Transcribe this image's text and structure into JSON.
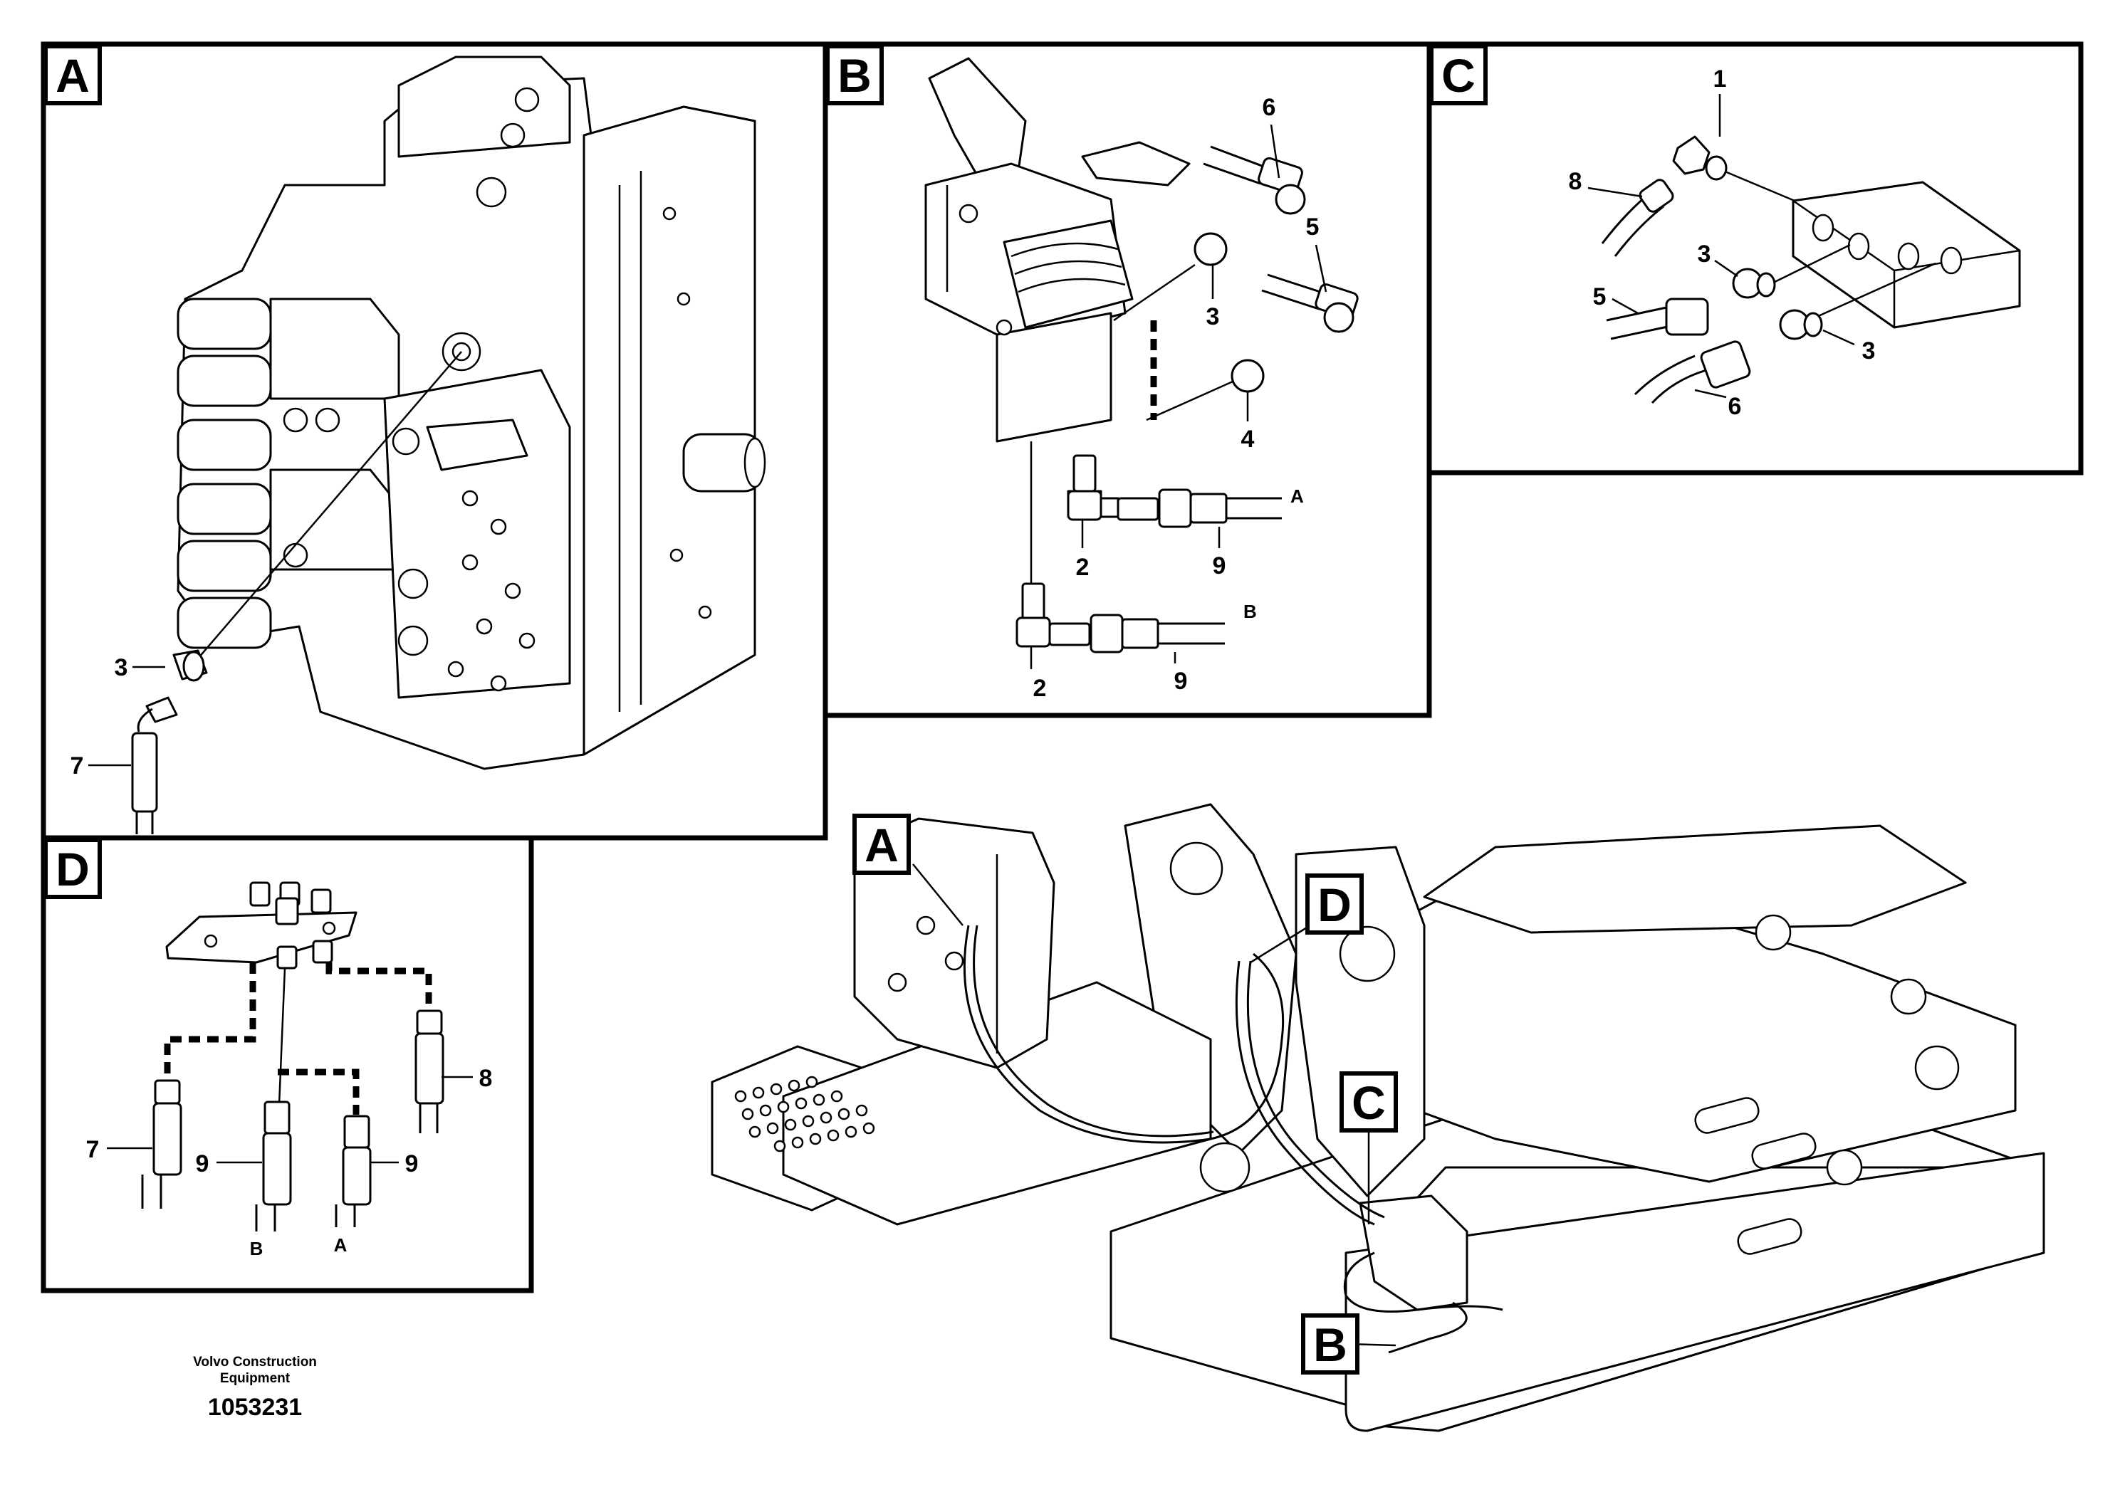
{
  "panels": {
    "A": {
      "tag": "A",
      "callouts": [
        "3",
        "7"
      ]
    },
    "B": {
      "tag": "B",
      "callouts": [
        "6",
        "5",
        "3",
        "4",
        "2",
        "9",
        "2",
        "9"
      ],
      "ends": [
        "A",
        "B"
      ]
    },
    "C": {
      "tag": "C",
      "callouts": [
        "1",
        "8",
        "3",
        "5",
        "3",
        "6"
      ]
    },
    "D": {
      "tag": "D",
      "callouts": [
        "8",
        "7",
        "9",
        "9"
      ],
      "ends": [
        "B",
        "A"
      ]
    }
  },
  "overview": {
    "tags": [
      "A",
      "D",
      "C",
      "B"
    ]
  },
  "footer": {
    "company": "Volvo Construction Equipment",
    "drawing_number": "1053231"
  }
}
